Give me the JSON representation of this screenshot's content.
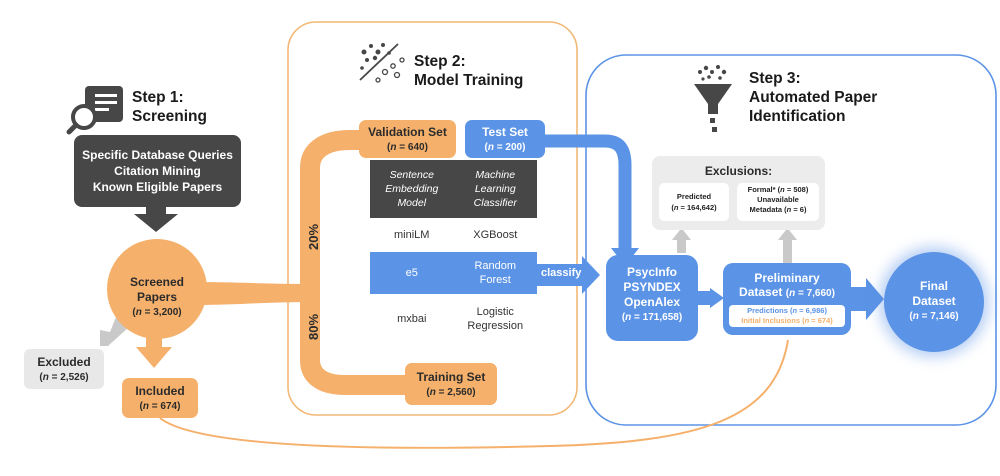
{
  "step1": {
    "number": "Step 1:",
    "name": "Screening",
    "sources": [
      "Specific Database Queries",
      "Citation Mining",
      "Known Eligible Papers"
    ],
    "screened": {
      "label1": "Screened",
      "label2": "Papers",
      "n": "3,200"
    },
    "excluded": {
      "label": "Excluded",
      "n": "2,526"
    },
    "included": {
      "label": "Included",
      "n": "674"
    }
  },
  "step2": {
    "number": "Step 2:",
    "name": "Model Training",
    "validation": {
      "label": "Validation Set",
      "n": "640"
    },
    "test": {
      "label": "Test Set",
      "n": "200"
    },
    "training": {
      "label": "Training Set",
      "n": "2,560"
    },
    "pct_top": "20%",
    "pct_bottom": "80%",
    "table_headers": {
      "col1": [
        "Sentence",
        "Embedding",
        "Model"
      ],
      "col2": [
        "Machine",
        "Learning",
        "Classifier"
      ]
    },
    "rows": [
      {
        "model": "miniLM",
        "classifier": [
          "XGBoost"
        ]
      },
      {
        "model": "e5",
        "classifier": [
          "Random",
          "Forest"
        ]
      },
      {
        "model": "mxbai",
        "classifier": [
          "Logistic",
          "Regression"
        ]
      }
    ],
    "classify_label": "classify"
  },
  "step3": {
    "number": "Step 3:",
    "name_line1": "Automated Paper",
    "name_line2": "Identification",
    "databases": {
      "lines": [
        "PsycInfo",
        "PSYNDEX",
        "OpenAlex"
      ],
      "n": "171,658"
    },
    "exclusions": {
      "title": "Exclusions:",
      "predicted": {
        "label": "Predicted",
        "n": "164,642"
      },
      "formal": {
        "label": "Formal*",
        "n": "508",
        "line2": "Unavailable",
        "line3": "Metadata",
        "n2": "6"
      }
    },
    "preliminary": {
      "line1": "Preliminary",
      "line2": "Dataset",
      "n": "7,660",
      "predictions": {
        "label": "Predictions",
        "n": "6,986"
      },
      "initial": {
        "label": "Initial Inclusions",
        "n": "674"
      }
    },
    "final": {
      "line1": "Final",
      "line2": "Dataset",
      "n": "7,146"
    }
  },
  "colors": {
    "orange": "#f5b06b",
    "blue": "#5b93e6",
    "dark": "#474747",
    "gray": "#d9d9d9"
  },
  "icons": [
    "document-search-icon",
    "scatter-split-icon",
    "funnel-icon"
  ]
}
